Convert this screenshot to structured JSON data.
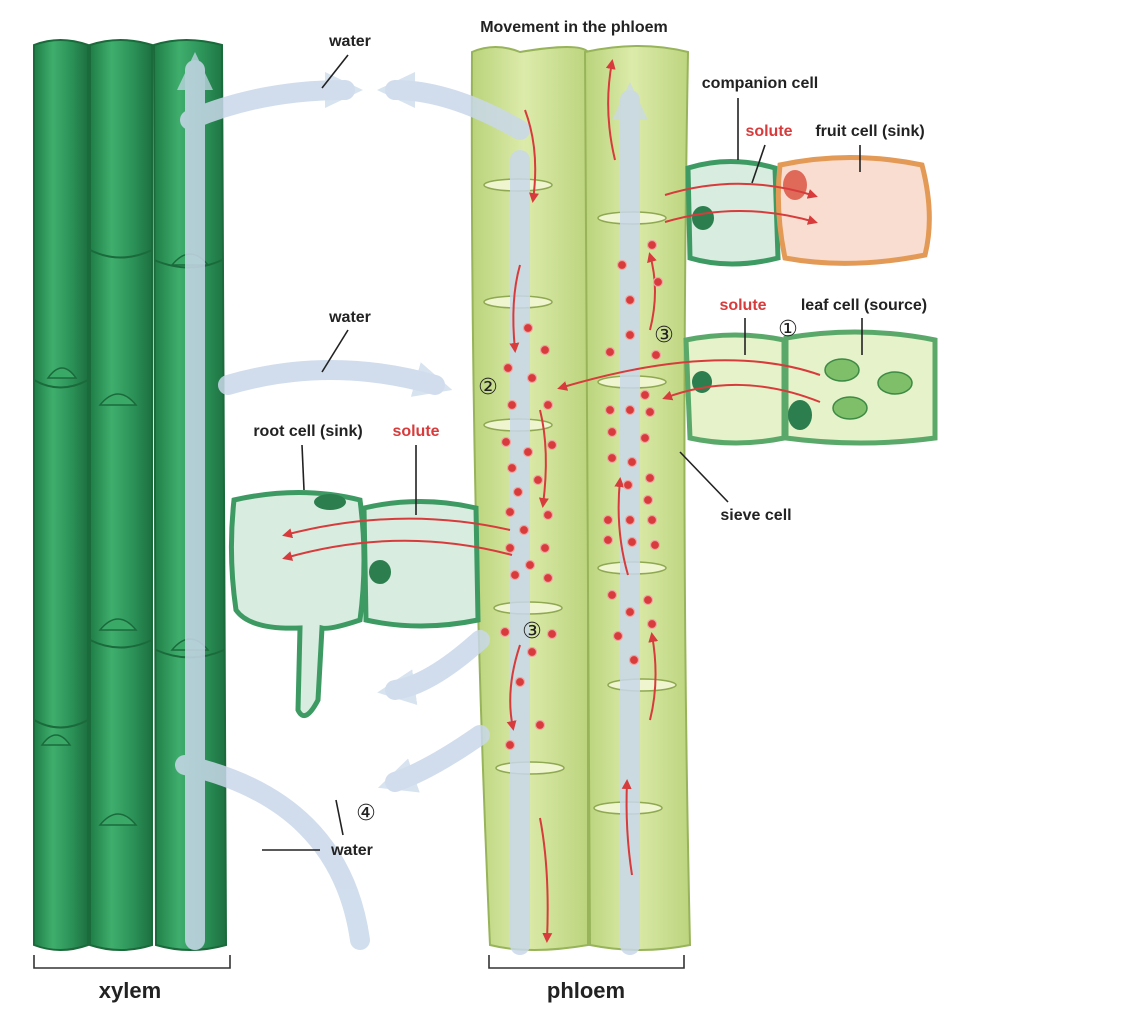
{
  "title": "Movement in the phloem",
  "labels": {
    "water_top": "water",
    "water_middle": "water",
    "water_bottom": "water",
    "companion_cell": "companion cell",
    "solute_fruit": "solute",
    "fruit_cell": "fruit cell (sink)",
    "solute_leaf": "solute",
    "leaf_cell": "leaf cell (source)",
    "root_cell": "root cell (sink)",
    "solute_root": "solute",
    "sieve_cell": "sieve cell",
    "xylem": "xylem",
    "phloem": "phloem"
  },
  "steps": {
    "step1": "①",
    "step2": "②",
    "step3_upper": "③",
    "step3_lower": "③",
    "step4": "④"
  },
  "colors": {
    "xylem_green": "#2e9a5a",
    "phloem_green": "#cfe29a",
    "flow_arrow": "#c9d8ea",
    "solute_red": "#d83b3b",
    "fruit_orange": "#e8a05a"
  }
}
